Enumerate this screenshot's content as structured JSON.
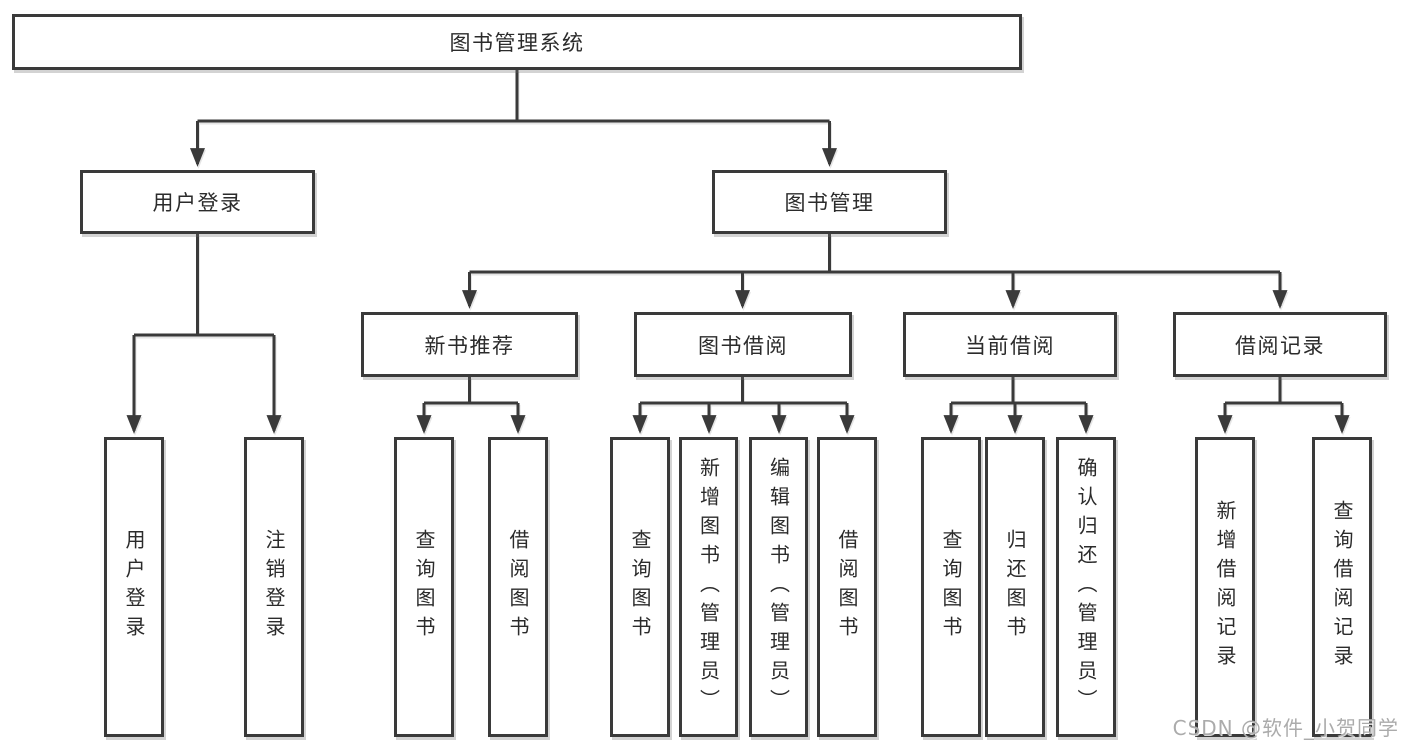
{
  "diagram": {
    "root": "图书管理系统",
    "level2": [
      "用户登录",
      "图书管理"
    ],
    "level3": [
      "新书推荐",
      "图书借阅",
      "当前借阅",
      "借阅记录"
    ],
    "leaves": {
      "user_login": [
        "用户登录",
        "注销登录"
      ],
      "new_books": [
        "查询图书",
        "借阅图书"
      ],
      "book_borrow": [
        "查询图书",
        "新增图书（管理员）",
        "编辑图书（管理员）",
        "借阅图书"
      ],
      "current_borrow": [
        "查询图书",
        "归还图书",
        "确认归还（管理员）"
      ],
      "borrow_records": [
        "新增借阅记录",
        "查询借阅记录"
      ]
    }
  },
  "watermark": {
    "text": "CSDN @软件_小贺同学"
  },
  "colors": {
    "line": "#3a3a3a",
    "text": "#2b2b2b",
    "background": "#ffffff",
    "watermark": "#ababab"
  }
}
